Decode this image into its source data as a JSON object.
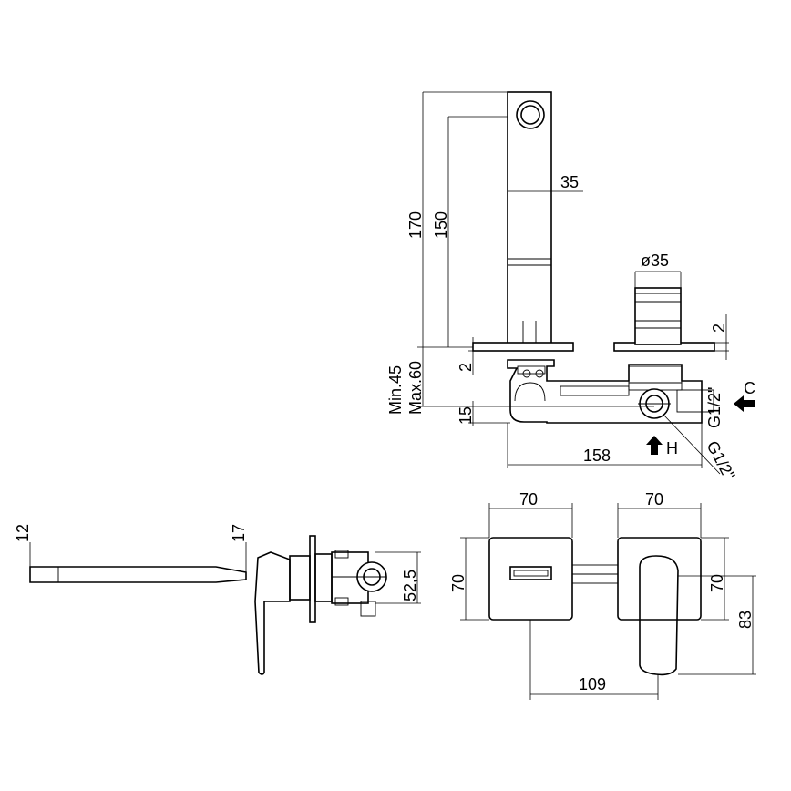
{
  "dimensions": {
    "top_view": {
      "height_170": "170",
      "height_150": "150",
      "spout_width": "35",
      "handle_dia": "ø35",
      "plate_2_right": "2",
      "plate_2_left": "2",
      "depth_min": "Min.45",
      "depth_max": "Max.60",
      "offset_15": "15",
      "width_158": "158",
      "thread_cold": "G1/2\"",
      "thread_hot": "G1/2\"",
      "label_cold": "C",
      "label_hot": "H"
    },
    "side_view": {
      "spout_thick": "12",
      "lever_17": "17",
      "body_52_5": "52,5"
    },
    "front_view": {
      "plate_w_left": "70",
      "plate_w_right": "70",
      "plate_h_left": "70",
      "plate_h_right": "70",
      "height_83": "83",
      "spacing_109": "109"
    }
  },
  "colors": {
    "line": "#000000",
    "background": "#ffffff"
  },
  "icons": {
    "cold_arrow": "arrow-left-icon",
    "hot_arrow": "arrow-up-icon"
  }
}
